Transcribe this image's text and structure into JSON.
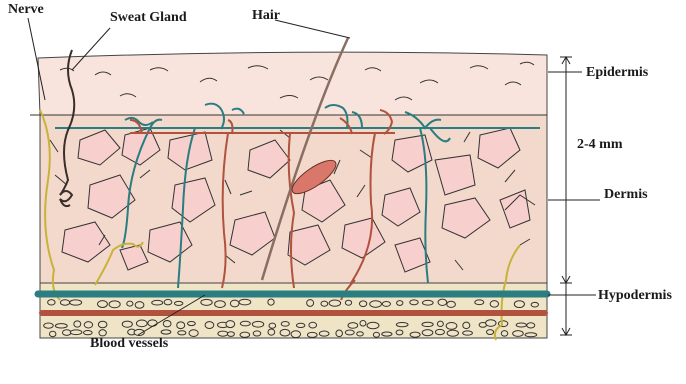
{
  "labels": {
    "nerve": "Nerve",
    "sweat_gland": "Sweat Gland",
    "hair": "Hair",
    "epidermis": "Epidermis",
    "thickness": "2-4 mm",
    "dermis": "Dermis",
    "hypodermis": "Hypodermis",
    "blood_vessels": "Blood vessels"
  },
  "colors": {
    "epidermis": "#f8e4dc",
    "dermis": "#f2d9cb",
    "cell_fill": "#f7cfcd",
    "hypodermis": "#f0e4c6",
    "artery": "#b0523e",
    "vein": "#2a7d80",
    "nerve": "#c9b23a",
    "hair": "#8a6e64",
    "gland": "#3a2e2a",
    "outline": "#222222"
  }
}
